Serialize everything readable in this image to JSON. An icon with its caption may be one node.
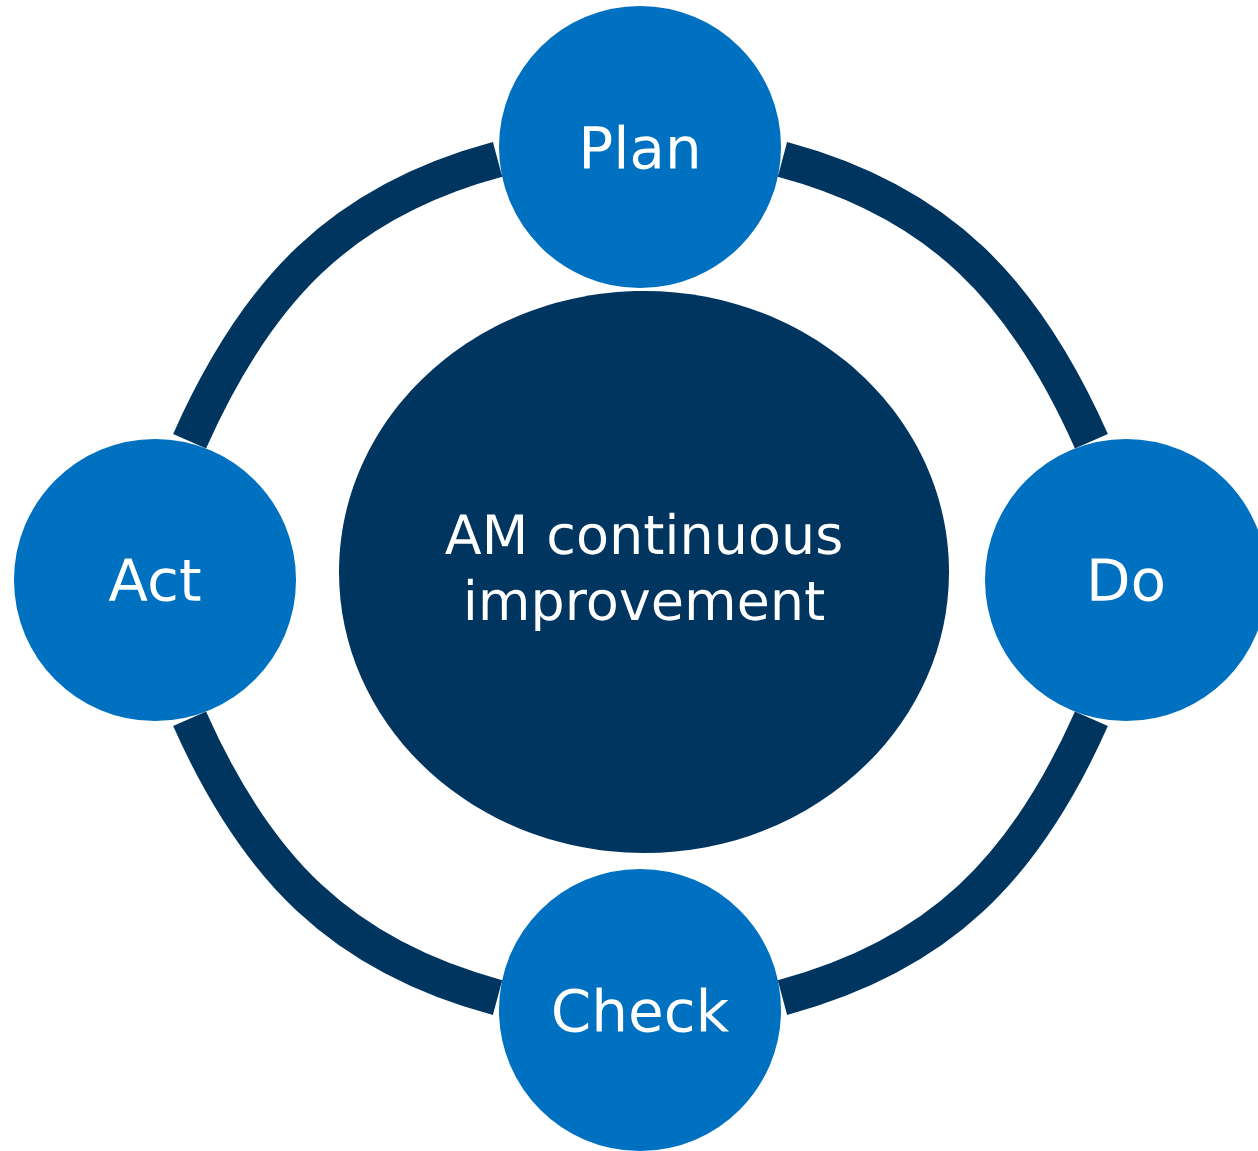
{
  "diagram": {
    "nodes": [
      {
        "text": [
          "AM continuous improvement"
        ]
      },
      {
        "text": [
          "Plan"
        ]
      },
      {
        "text": [
          "Do"
        ]
      },
      {
        "text": [
          "Check"
        ]
      },
      {
        "text": [
          "Act"
        ]
      }
    ],
    "edges": [
      {
        "from": 1,
        "to": 2,
        "arrow": "none"
      },
      {
        "from": 2,
        "to": 3,
        "arrow": "none"
      },
      {
        "from": 3,
        "to": 4,
        "arrow": "none"
      },
      {
        "from": 4,
        "to": 1,
        "arrow": "none"
      }
    ]
  }
}
